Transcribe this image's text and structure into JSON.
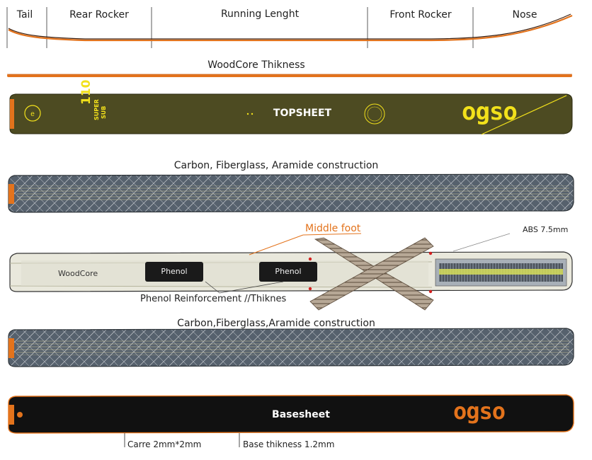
{
  "profile": {
    "zones": [
      "Tail",
      "Rear Rocker",
      "Running Lenght",
      "Front Rocker",
      "Nose"
    ]
  },
  "woodcore_label": "WoodCore Thikness",
  "topsheet": {
    "label": "TOPSHEET",
    "brand": "ogso",
    "model_number": "110",
    "model_name_1": "SUPER",
    "model_name_2": "SUB"
  },
  "layer1_label": "Carbon, Fiberglass, Aramide construction",
  "core": {
    "middle_foot": "Middle foot",
    "abs": "ABS 7.5mm",
    "woodcore": "WoodCore",
    "phenol_1": "Phenol",
    "phenol_2": "Phenol",
    "phenol_note": "Phenol Reinforcement //Thiknes"
  },
  "layer2_label": "Carbon,Fiberglass,Aramide construction",
  "basesheet": {
    "label": "Basesheet",
    "brand": "ogso",
    "carre": "Carre 2mm*2mm",
    "base_thickness": "Base thikness 1.2mm"
  },
  "colors": {
    "orange": "#e3731c",
    "olive": "#4d4b22",
    "yellow": "#f2e11b",
    "base_black": "#111111",
    "composite_gray": "#5c6773"
  }
}
